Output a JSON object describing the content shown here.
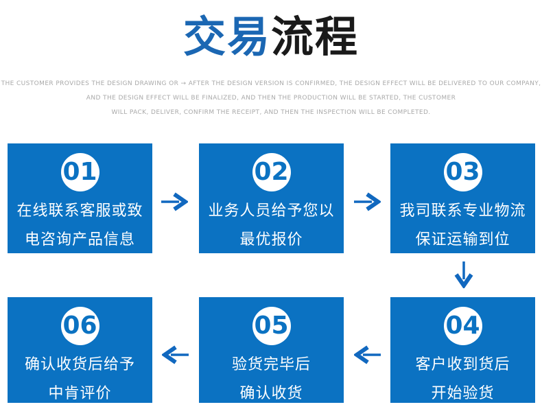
{
  "title": {
    "blue": "交易",
    "black": "流程"
  },
  "subtitle_lines": [
    "THE CUSTOMER PROVIDES THE DESIGN DRAWING OR → AFTER THE DESIGN VERSION IS CONFIRMED, THE DESIGN EFFECT WILL BE DELIVERED TO OUR COMPANY,",
    "AND THE DESIGN EFFECT WILL BE FINALIZED, AND THEN THE PRODUCTION WILL BE STARTED, THE CUSTOMER",
    "WILL PACK, DELIVER, CONFIRM THE RECEIPT, AND THEN THE INSPECTION WILL BE COMPLETED."
  ],
  "steps": [
    {
      "number": "01",
      "lines": [
        "在线联系客服或致",
        "电咨询产品信息"
      ]
    },
    {
      "number": "02",
      "lines": [
        "业务人员给予您以",
        "最优报价"
      ]
    },
    {
      "number": "03",
      "lines": [
        "我司联系专业物流",
        "保证运输到位"
      ]
    },
    {
      "number": "04",
      "lines": [
        "客户收到货后",
        "开始验货"
      ]
    },
    {
      "number": "05",
      "lines": [
        "验货完毕后",
        "确认收货"
      ]
    },
    {
      "number": "06",
      "lines": [
        "确认收货后给予",
        "中肯评价"
      ]
    }
  ],
  "flow_order": [
    "01 → 02",
    "02 → 03",
    "03 ↓ 04",
    "04 ← 05",
    "05 ← 06"
  ],
  "colors": {
    "box_blue": "#0b72c2",
    "title_blue": "#1b67b3",
    "title_black": "#1a1a1a",
    "arrow_blue": "#1168bf",
    "subtitle_gray": "#a9a9a9",
    "step_text_white": "#ffffff"
  }
}
